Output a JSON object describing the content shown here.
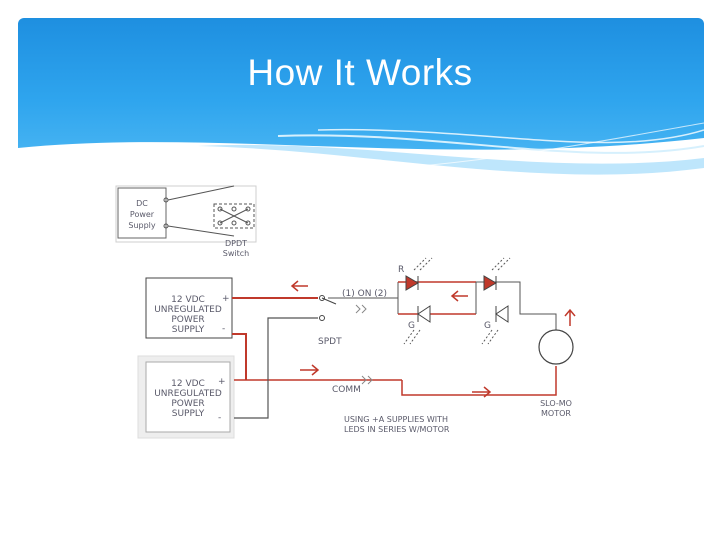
{
  "slide": {
    "title": "How It Works"
  },
  "diagram": {
    "inset": {
      "supply_label": [
        "DC",
        "Power",
        "Supply"
      ],
      "switch_label": [
        "DPDT",
        "Switch"
      ]
    },
    "supply_top": {
      "label": [
        "12 VDC",
        "UNREGULATED",
        "POWER",
        "SUPPLY"
      ],
      "pos": "+",
      "neg": "-"
    },
    "supply_bottom": {
      "label": [
        "12 VDC",
        "UNREGULATED",
        "POWER",
        "SUPPLY"
      ],
      "pos": "+",
      "neg": "-"
    },
    "labels": {
      "spdt_switch": "(1) ON (2)",
      "spdt": "SPDT",
      "comm": "COMM",
      "led_r": "R",
      "led_g1": "G",
      "led_g2": "G",
      "motor": [
        "SLO-MO",
        "MOTOR"
      ],
      "note": [
        "USING +A SUPPLIES WITH",
        "LEDS IN SERIES W/MOTOR"
      ]
    },
    "colors": {
      "wire_red": "#c0392b",
      "wire_dark": "#555555",
      "header_blue": "#2fa5ee"
    }
  }
}
